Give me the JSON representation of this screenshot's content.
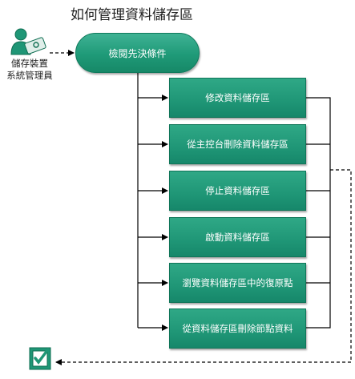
{
  "title": "如何管理資料儲存區",
  "role": {
    "line1": "儲存裝置",
    "line2": "系統管理員",
    "icon": "admin-user-icon"
  },
  "start": {
    "label": "檢閱先決條件"
  },
  "steps": [
    {
      "label": "修改資料儲存區"
    },
    {
      "label": "從主控台刪除資料儲存區"
    },
    {
      "label": "停止資料儲存區"
    },
    {
      "label": "啟動資料儲存區"
    },
    {
      "label": "瀏覽資料儲存區中的復原點"
    },
    {
      "label": "從資料儲存區刪除節點資料"
    }
  ],
  "end": {
    "icon": "checkbox-complete-icon"
  },
  "colors": {
    "box": "#1f9676",
    "box_border": "#0f7558",
    "line": "#000000"
  }
}
